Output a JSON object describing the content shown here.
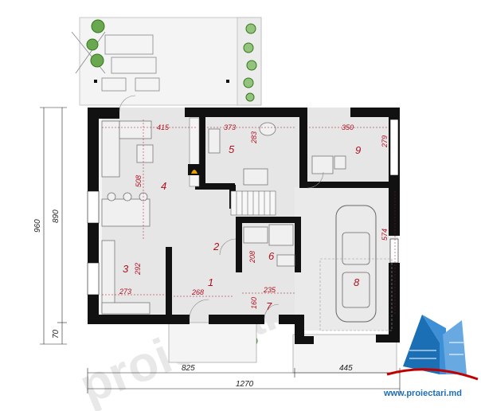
{
  "watermark": "proiectari.md",
  "logo_url": "www.proiectari.md",
  "overall_dims": {
    "height_total": "960",
    "height_inner": "890",
    "height_small": "70",
    "width_left": "825",
    "width_right": "445",
    "width_total": "1270"
  },
  "rooms": [
    {
      "label": "1"
    },
    {
      "label": "2"
    },
    {
      "label": "3"
    },
    {
      "label": "4"
    },
    {
      "label": "5"
    },
    {
      "label": "6"
    },
    {
      "label": "7"
    },
    {
      "label": "8"
    },
    {
      "label": "9"
    }
  ],
  "dims": [
    "415",
    "508",
    "373",
    "283",
    "350",
    "279",
    "292",
    "273",
    "268",
    "208",
    "235",
    "160",
    "574"
  ],
  "colors": {
    "wall": "#111111",
    "floor": "#e6e6e6",
    "terrace": "#f2f2f2",
    "dimension_text": "#b01020",
    "fireplace": "#e8a000",
    "plant": "#6aa84f"
  }
}
